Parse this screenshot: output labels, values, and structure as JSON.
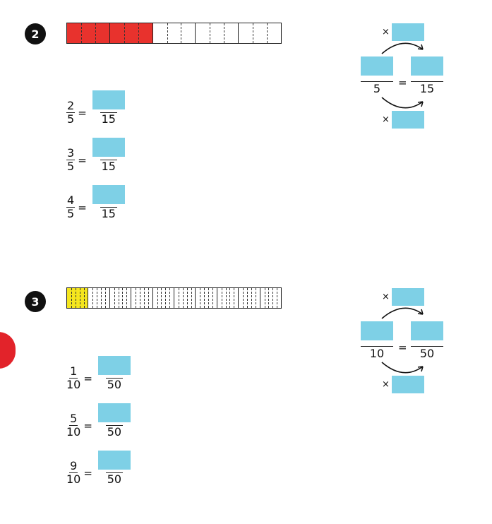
{
  "exercises": [
    {
      "number": "2",
      "strip": {
        "segments": 5,
        "shaded": 2,
        "subdivisions": 3,
        "color": "#e8322d"
      },
      "diagram": {
        "times_top": "×",
        "times_bottom": "×",
        "equals": "=",
        "left_den": "5",
        "right_den": "15"
      },
      "rows": [
        {
          "num": "2",
          "den": "5",
          "equals": "=",
          "target_den": "15"
        },
        {
          "num": "3",
          "den": "5",
          "equals": "=",
          "target_den": "15"
        },
        {
          "num": "4",
          "den": "5",
          "equals": "=",
          "target_den": "15"
        }
      ]
    },
    {
      "number": "3",
      "strip": {
        "segments": 10,
        "shaded": 1,
        "subdivisions": 5,
        "color": "#f5e61e"
      },
      "diagram": {
        "times_top": "×",
        "times_bottom": "×",
        "equals": "=",
        "left_den": "10",
        "right_den": "50"
      },
      "rows": [
        {
          "num": "1",
          "den": "10",
          "equals": "=",
          "target_den": "50"
        },
        {
          "num": "5",
          "den": "10",
          "equals": "=",
          "target_den": "50"
        },
        {
          "num": "9",
          "den": "10",
          "equals": "=",
          "target_den": "50"
        }
      ]
    }
  ],
  "colors": {
    "blank": "#7ed0e6",
    "accent_red": "#e2232a"
  }
}
